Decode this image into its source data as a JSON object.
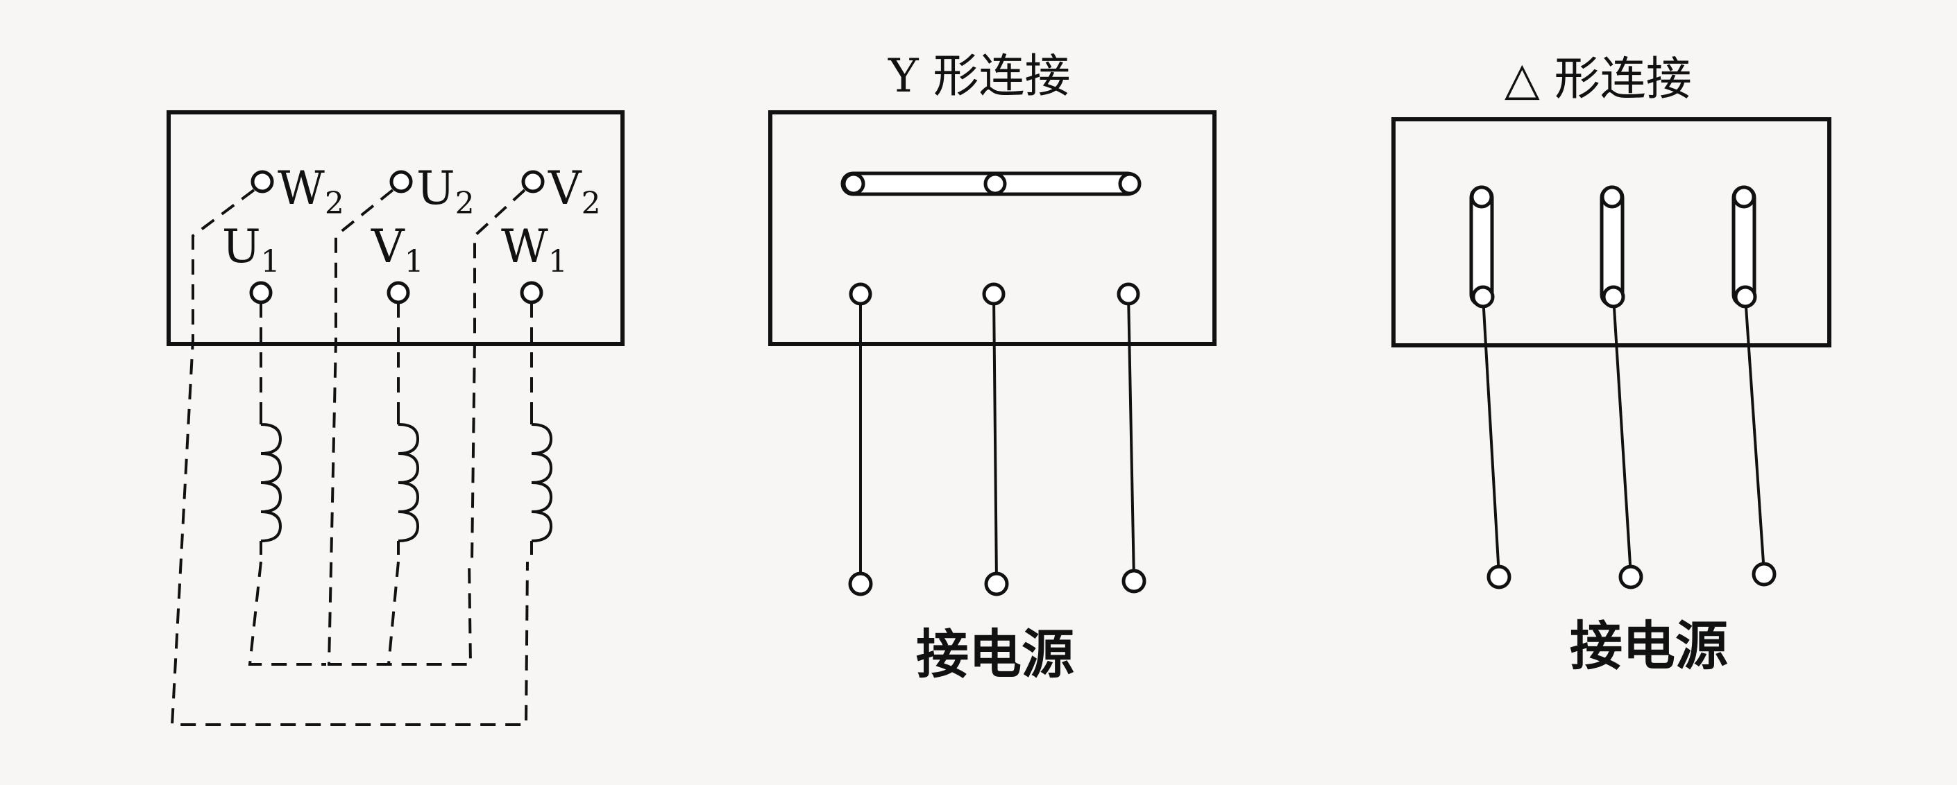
{
  "panels": {
    "terminal_block": {
      "terminals_top": [
        "W",
        "U",
        "V"
      ],
      "terminals_bottom": [
        "U",
        "V",
        "W"
      ],
      "sub_top": "2",
      "sub_bottom": "1"
    },
    "y_connection": {
      "title": "Y 形连接",
      "caption": "接电源"
    },
    "delta_connection": {
      "title": "△ 形连接",
      "caption": "接电源"
    }
  }
}
